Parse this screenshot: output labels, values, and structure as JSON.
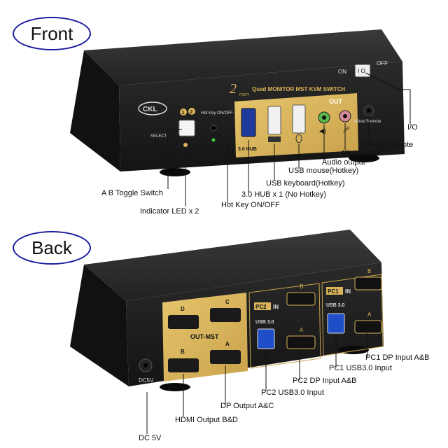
{
  "front": {
    "section_label": "Front",
    "brand": "CKL",
    "product_name": "Quad MONITOR MST KVM SWITCH",
    "port_count": "2",
    "port_word": "PORT",
    "select_label": "SELECT",
    "hotkey_label": "Hot Key ON/OFF",
    "usb30_hub_label": "3.0 HUB",
    "out_label": "OUT",
    "wired_remote_label": "Wired Remote",
    "on_label": "ON",
    "off_label": "OFF",
    "led_1": "1",
    "led_2": "2",
    "callouts": {
      "io": "I/O",
      "wired_remote": "Wired Remote",
      "mic_output": "Mic. output",
      "audio_output": "Audio output",
      "usb_mouse": "USB mouse(Hotkey)",
      "usb_keyboard": "USB keyboard(Hotkey)",
      "hub": "3.0 HUB x 1 (No Hotkey)",
      "hotkey_onoff": "Hot Key ON/OFF",
      "ab_toggle": "A B Toggle Switch",
      "indicator_led": "Indicator LED x 2"
    }
  },
  "back": {
    "section_label": "Back",
    "out_mst": "OUT-MST",
    "port_d": "D",
    "port_c": "C",
    "port_b": "B",
    "port_a": "A",
    "pc2_label": "PC2",
    "pc1_label": "PC1",
    "in_label": "IN",
    "usb30_label": "USB 3.0",
    "dc5v": "DC5V",
    "callouts": {
      "pc1_dp": "PC1 DP Input A&B",
      "pc1_usb": "PC1 USB3.0 Input",
      "pc2_dp": "PC2 DP Input A&B",
      "pc2_usb": "PC2 USB3.0 Input",
      "dp_output": "DP Output A&C",
      "hdmi_output": "HDMI Output B&D",
      "dc5v": "DC 5V"
    }
  },
  "colors": {
    "chassis": "#1a1a1a",
    "gold_panel": "#d9b45a",
    "callout_line": "#111111",
    "ellipse": "#1a1aa0"
  }
}
